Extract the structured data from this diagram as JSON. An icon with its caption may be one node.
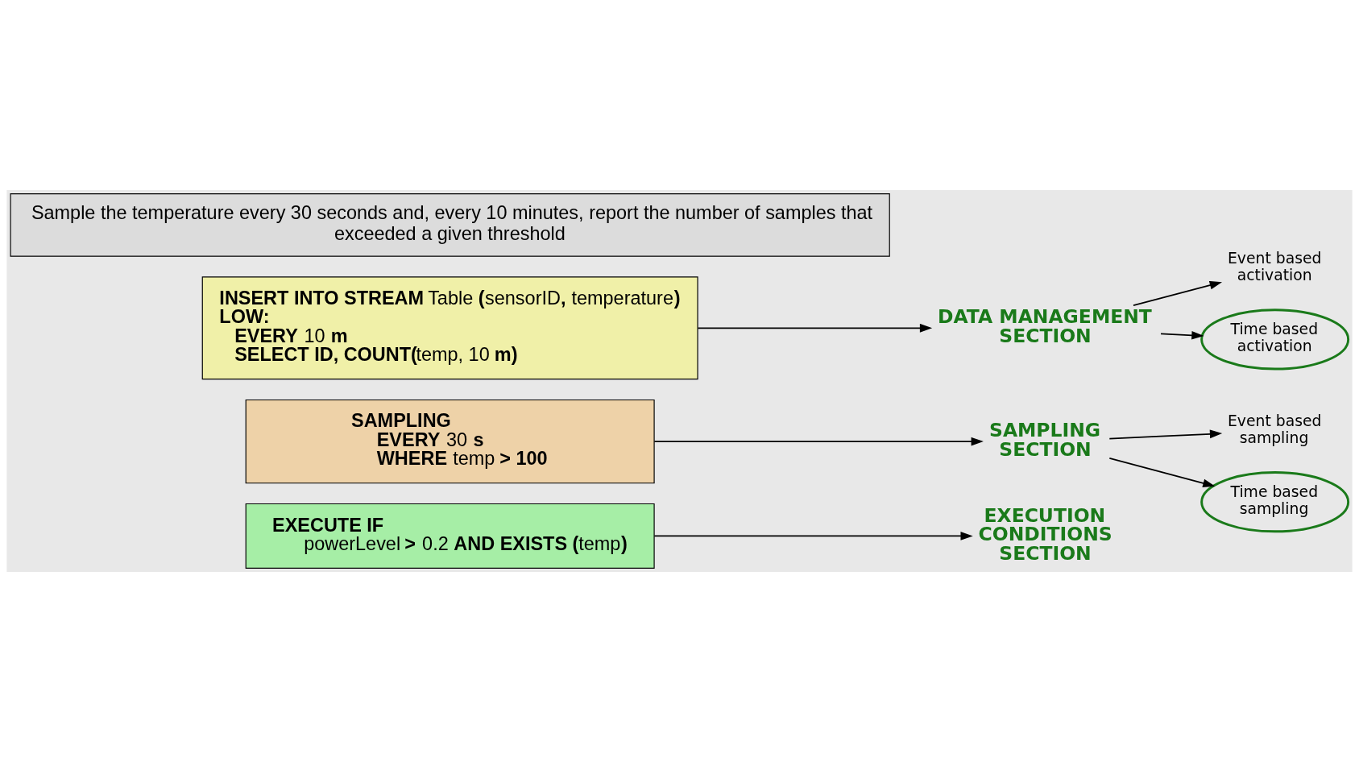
{
  "diagram": {
    "nodes": [
      {
        "text": [
          "Sample the temperature every 30 seconds and, every 10 minutes, report the number of samples that exceeded a given threshold"
        ]
      },
      {
        "text": [
          "**INSERT INTO STREAM** Table **(**sensorID**,** temperature**)**",
          "**LOW:**",
          "**EVERY** 10 **m**",
          "**SELECT ID, COUNT(**temp, 10 **m)**"
        ]
      },
      {
        "text": [
          "DATA MANAGEMENT SECTION"
        ]
      },
      {
        "text": [
          "Event based activation"
        ]
      },
      {
        "text": [
          "Time based activation"
        ]
      },
      {
        "text": [
          "**SAMPLING**",
          "**EVERY** 30 **s**",
          "**WHERE** temp **> 100**"
        ]
      },
      {
        "text": [
          "SAMPLING SECTION"
        ]
      },
      {
        "text": [
          "Event based sampling"
        ]
      },
      {
        "text": [
          "Time based sampling"
        ]
      },
      {
        "text": [
          "**EXECUTE IF**",
          "powerLevel **>** 0.2 **AND EXISTS (**temp**)**"
        ]
      },
      {
        "text": [
          "EXECUTION CONDITIONS SECTION"
        ]
      }
    ],
    "edges": [
      {
        "from": 1,
        "to": 2,
        "arrow": "to"
      },
      {
        "from": 2,
        "to": 3,
        "arrow": "to"
      },
      {
        "from": 2,
        "to": 4,
        "arrow": "to"
      },
      {
        "from": 5,
        "to": 6,
        "arrow": "to"
      },
      {
        "from": 6,
        "to": 7,
        "arrow": "to"
      },
      {
        "from": 6,
        "to": 8,
        "arrow": "to"
      },
      {
        "from": 9,
        "to": 10,
        "arrow": "to"
      }
    ]
  }
}
